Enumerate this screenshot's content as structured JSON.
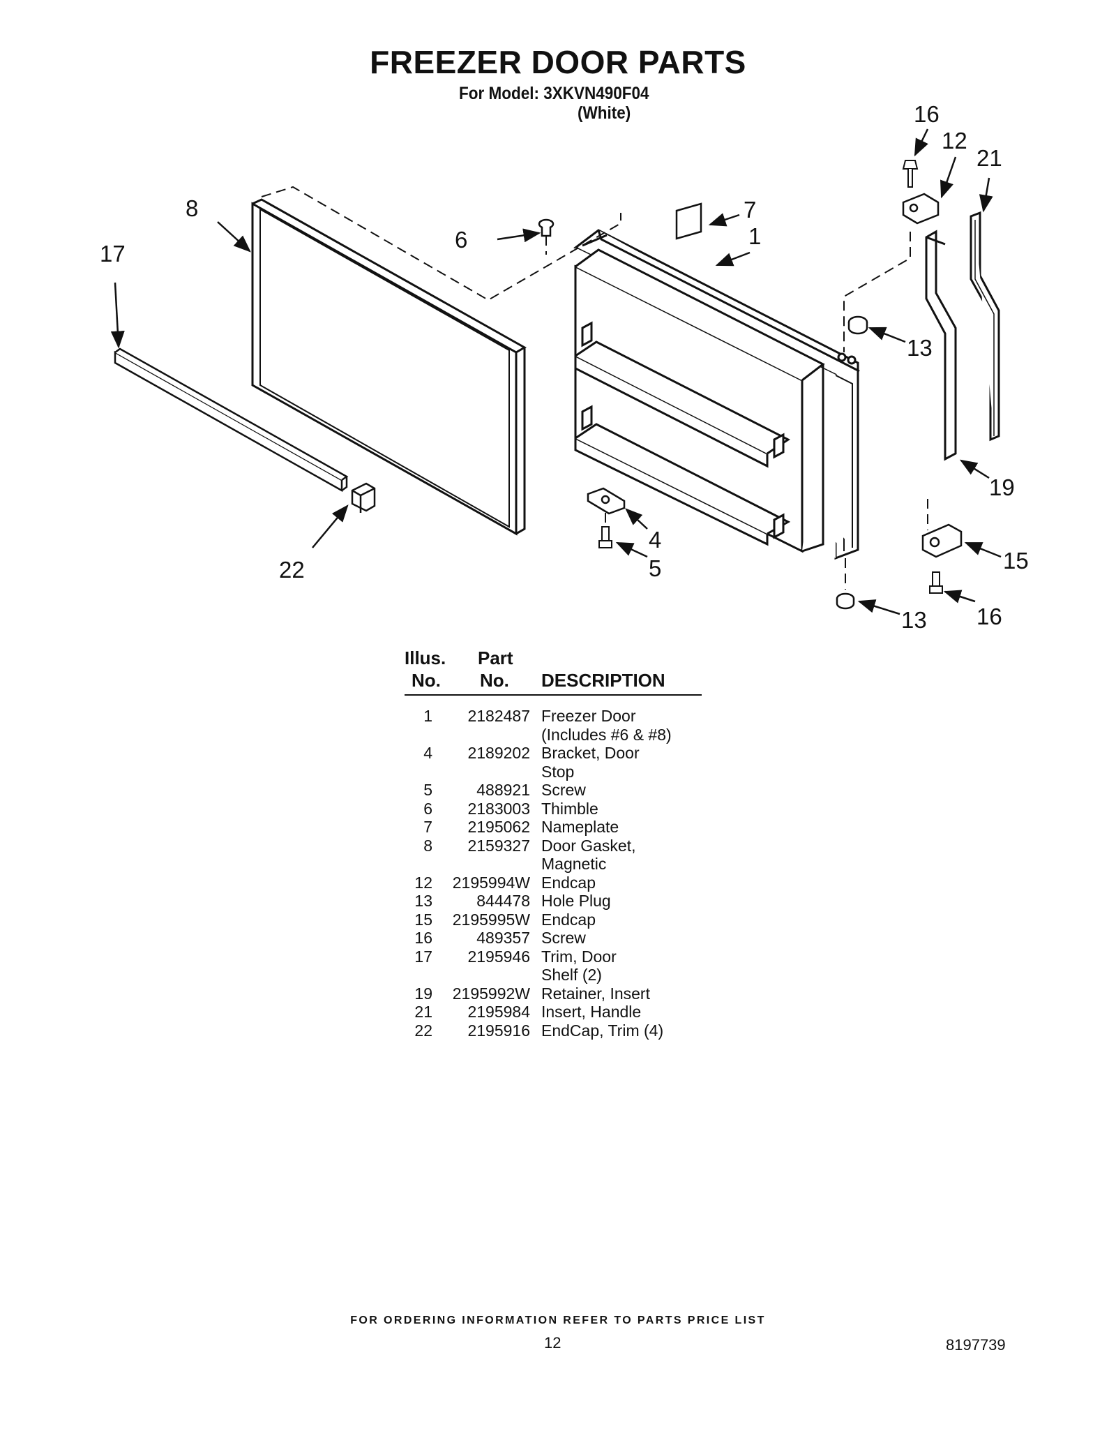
{
  "header": {
    "title": "FREEZER DOOR PARTS",
    "model": "For Model: 3XKVN490F04",
    "variant": "(White)"
  },
  "diagram": {
    "callouts": [
      "8",
      "17",
      "6",
      "7",
      "1",
      "16",
      "12",
      "21",
      "13",
      "19",
      "4",
      "5",
      "22",
      "15",
      "13",
      "16"
    ]
  },
  "parts_table": {
    "headers": {
      "illus_line1": "Illus.",
      "illus_line2": "No.",
      "part_line1": "Part",
      "part_line2": "No.",
      "description": "DESCRIPTION"
    },
    "rows": [
      {
        "illus": "1",
        "part": "2182487",
        "desc": "Freezer Door"
      },
      {
        "illus": "",
        "part": "",
        "desc": "(Includes #6 & #8)"
      },
      {
        "illus": "4",
        "part": "2189202",
        "desc": "Bracket, Door"
      },
      {
        "illus": "",
        "part": "",
        "desc": "Stop"
      },
      {
        "illus": "5",
        "part": "488921",
        "desc": "Screw"
      },
      {
        "illus": "6",
        "part": "2183003",
        "desc": "Thimble"
      },
      {
        "illus": "7",
        "part": "2195062",
        "desc": "Nameplate"
      },
      {
        "illus": "8",
        "part": "2159327",
        "desc": "Door Gasket,"
      },
      {
        "illus": "",
        "part": "",
        "desc": "Magnetic"
      },
      {
        "illus": "12",
        "part": "2195994W",
        "desc": "Endcap"
      },
      {
        "illus": "13",
        "part": "844478",
        "desc": "Hole Plug"
      },
      {
        "illus": "15",
        "part": "2195995W",
        "desc": "Endcap"
      },
      {
        "illus": "16",
        "part": "489357",
        "desc": "Screw"
      },
      {
        "illus": "17",
        "part": "2195946",
        "desc": "Trim, Door"
      },
      {
        "illus": "",
        "part": "",
        "desc": "Shelf (2)"
      },
      {
        "illus": "19",
        "part": "2195992W",
        "desc": "Retainer, Insert"
      },
      {
        "illus": "21",
        "part": "2195984",
        "desc": "Insert, Handle"
      },
      {
        "illus": "22",
        "part": "2195916",
        "desc": "EndCap, Trim (4)"
      }
    ]
  },
  "footer": {
    "ordering_note": "FOR ORDERING INFORMATION REFER TO PARTS PRICE LIST",
    "page_number": "12",
    "document_number": "8197739"
  }
}
